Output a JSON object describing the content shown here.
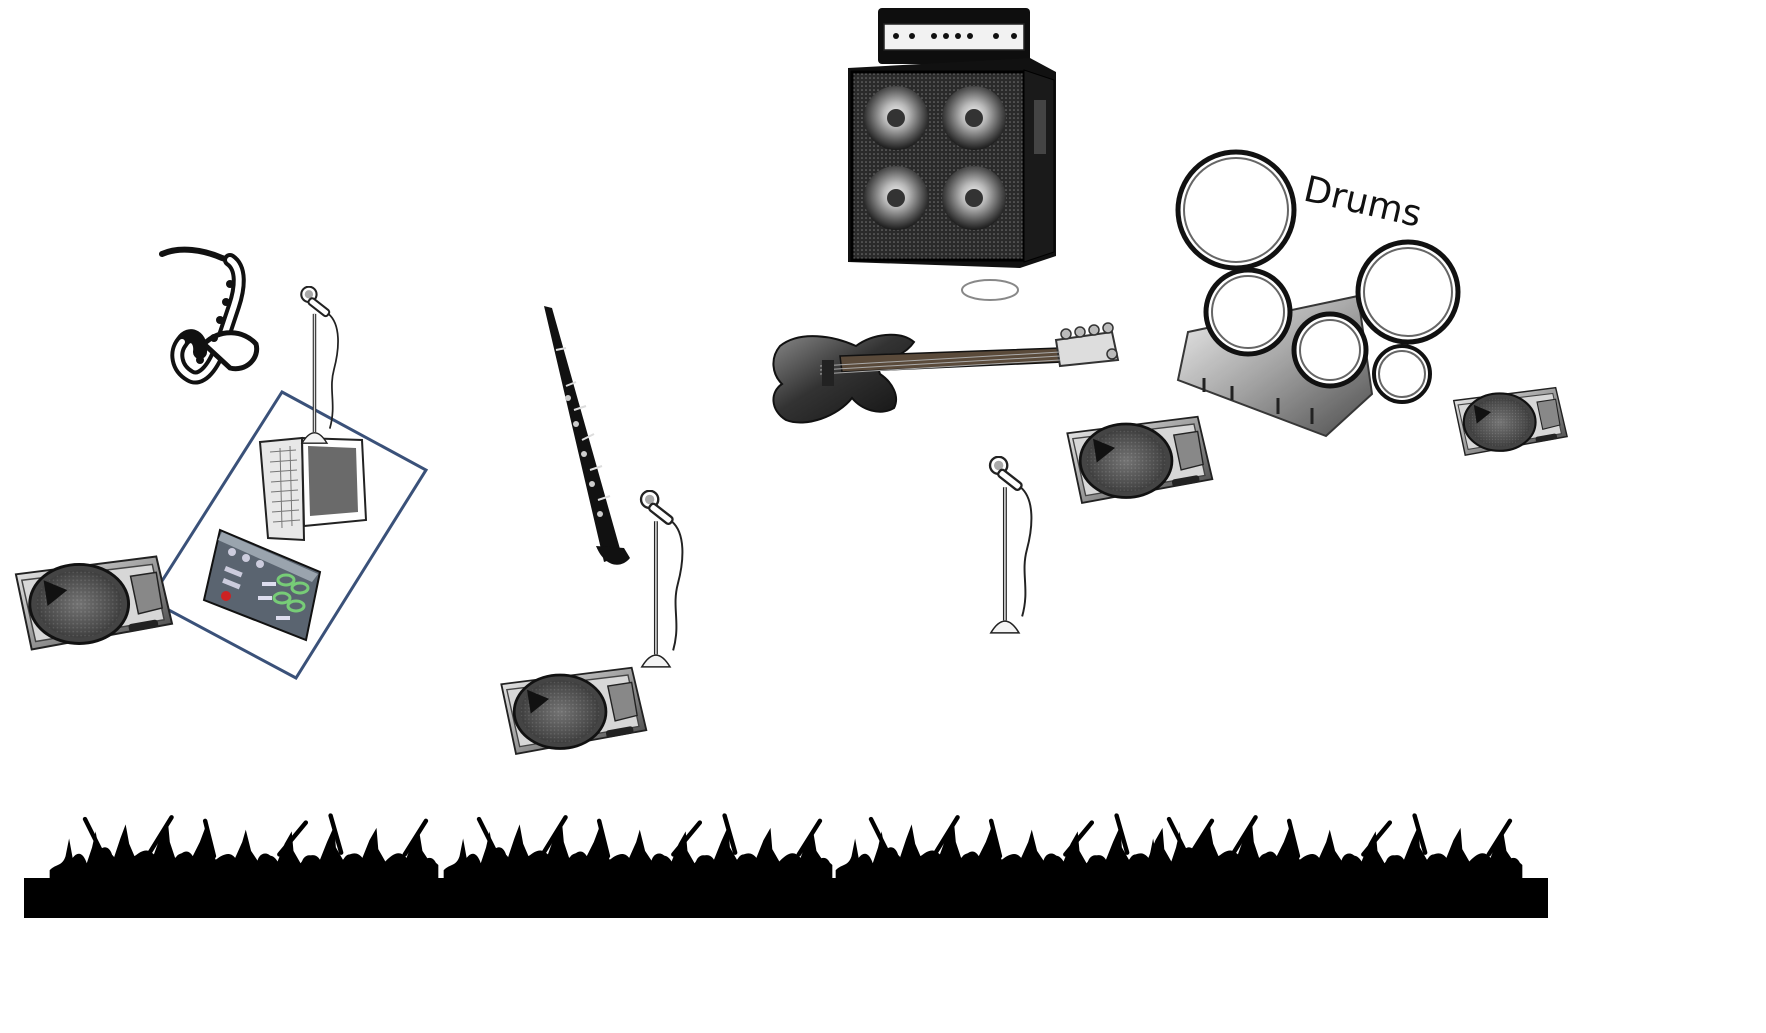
{
  "diagram": {
    "labels": {
      "drums": "Drums"
    },
    "items": [
      {
        "name": "saxophone",
        "icon": "saxophone-icon"
      },
      {
        "name": "keyboard-mic",
        "icon": "microphone-icon"
      },
      {
        "name": "keyboard-area",
        "icon": "laptop-and-mixer-icon"
      },
      {
        "name": "monitor-left",
        "icon": "floor-monitor-icon"
      },
      {
        "name": "clarinet",
        "icon": "clarinet-icon"
      },
      {
        "name": "clarinet-mic",
        "icon": "microphone-icon"
      },
      {
        "name": "monitor-center",
        "icon": "floor-monitor-icon"
      },
      {
        "name": "bass-amp",
        "icon": "bass-amp-icon"
      },
      {
        "name": "bass-guitar",
        "icon": "bass-guitar-icon"
      },
      {
        "name": "bass-mic",
        "icon": "microphone-icon"
      },
      {
        "name": "drum-kit",
        "icon": "drum-kit-icon"
      },
      {
        "name": "monitor-drums-left",
        "icon": "floor-monitor-icon"
      },
      {
        "name": "monitor-drums-right",
        "icon": "floor-monitor-icon"
      },
      {
        "name": "audience",
        "icon": "crowd-silhouette-icon"
      }
    ],
    "colors": {
      "keyboard_box": "#3a5179",
      "ink": "#111111",
      "audience": "#000000"
    }
  }
}
